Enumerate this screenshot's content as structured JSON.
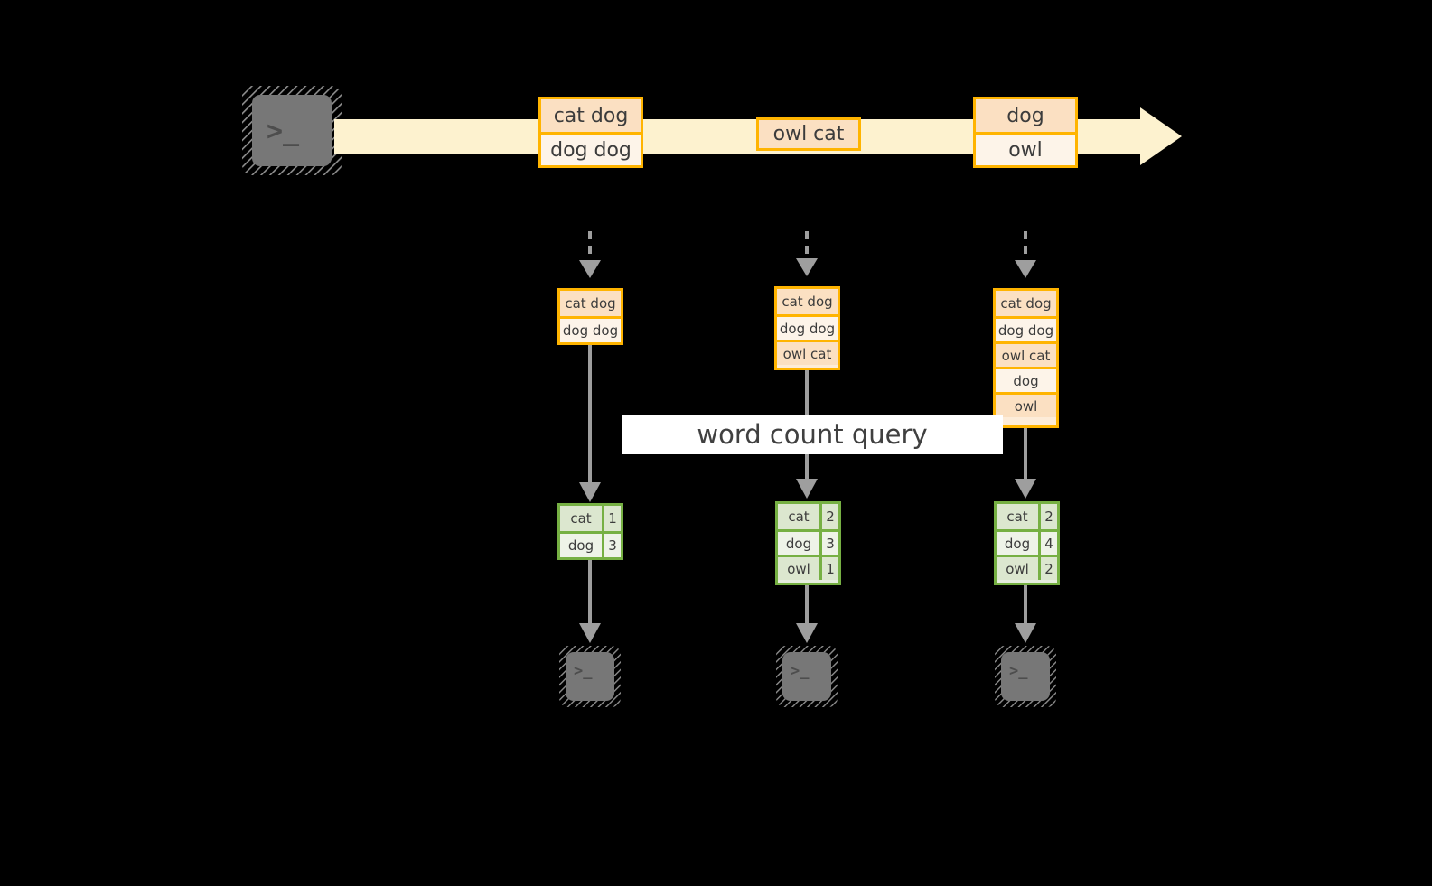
{
  "diagram": {
    "title_label": "word count query",
    "background_color": "#000000",
    "colors": {
      "stream": "#fdf2cf",
      "event_border": "#ffb400",
      "event_fill_dark": "#fbe0c2",
      "event_fill_light": "#fdf4e9",
      "table_border": "#76b043",
      "table_fill_dark": "#dce7cf",
      "table_fill_light": "#eef3e8",
      "arrow": "#9e9e9e",
      "terminal": "#777777"
    }
  },
  "source": {
    "terminal_icon": "terminal-icon",
    "prompt_glyph": ">_"
  },
  "stream": {
    "events": [
      {
        "id": "event-1",
        "lines": [
          "cat dog",
          "dog dog"
        ]
      },
      {
        "id": "event-2",
        "lines": [
          "owl cat"
        ]
      },
      {
        "id": "event-3",
        "lines": [
          "dog",
          "owl"
        ]
      }
    ]
  },
  "snapshots": [
    {
      "id": "snapshot-1",
      "input_lines": [
        "cat dog",
        "dog dog"
      ],
      "result_header": null,
      "result_rows": [
        {
          "word": "cat",
          "count": "1"
        },
        {
          "word": "dog",
          "count": "3"
        }
      ],
      "sink_icon": "terminal-icon",
      "prompt_glyph": ">_"
    },
    {
      "id": "snapshot-2",
      "input_lines": [
        "cat dog",
        "dog dog",
        "owl cat"
      ],
      "result_header": null,
      "result_rows": [
        {
          "word": "cat",
          "count": "2"
        },
        {
          "word": "dog",
          "count": "3"
        },
        {
          "word": "owl",
          "count": "1"
        }
      ],
      "sink_icon": "terminal-icon",
      "prompt_glyph": ">_"
    },
    {
      "id": "snapshot-3",
      "input_lines": [
        "cat dog",
        "dog dog",
        "owl cat",
        "dog",
        "owl"
      ],
      "result_header": null,
      "result_rows": [
        {
          "word": "cat",
          "count": "2"
        },
        {
          "word": "dog",
          "count": "4"
        },
        {
          "word": "owl",
          "count": "2"
        }
      ],
      "sink_icon": "terminal-icon",
      "prompt_glyph": ">_"
    }
  ]
}
